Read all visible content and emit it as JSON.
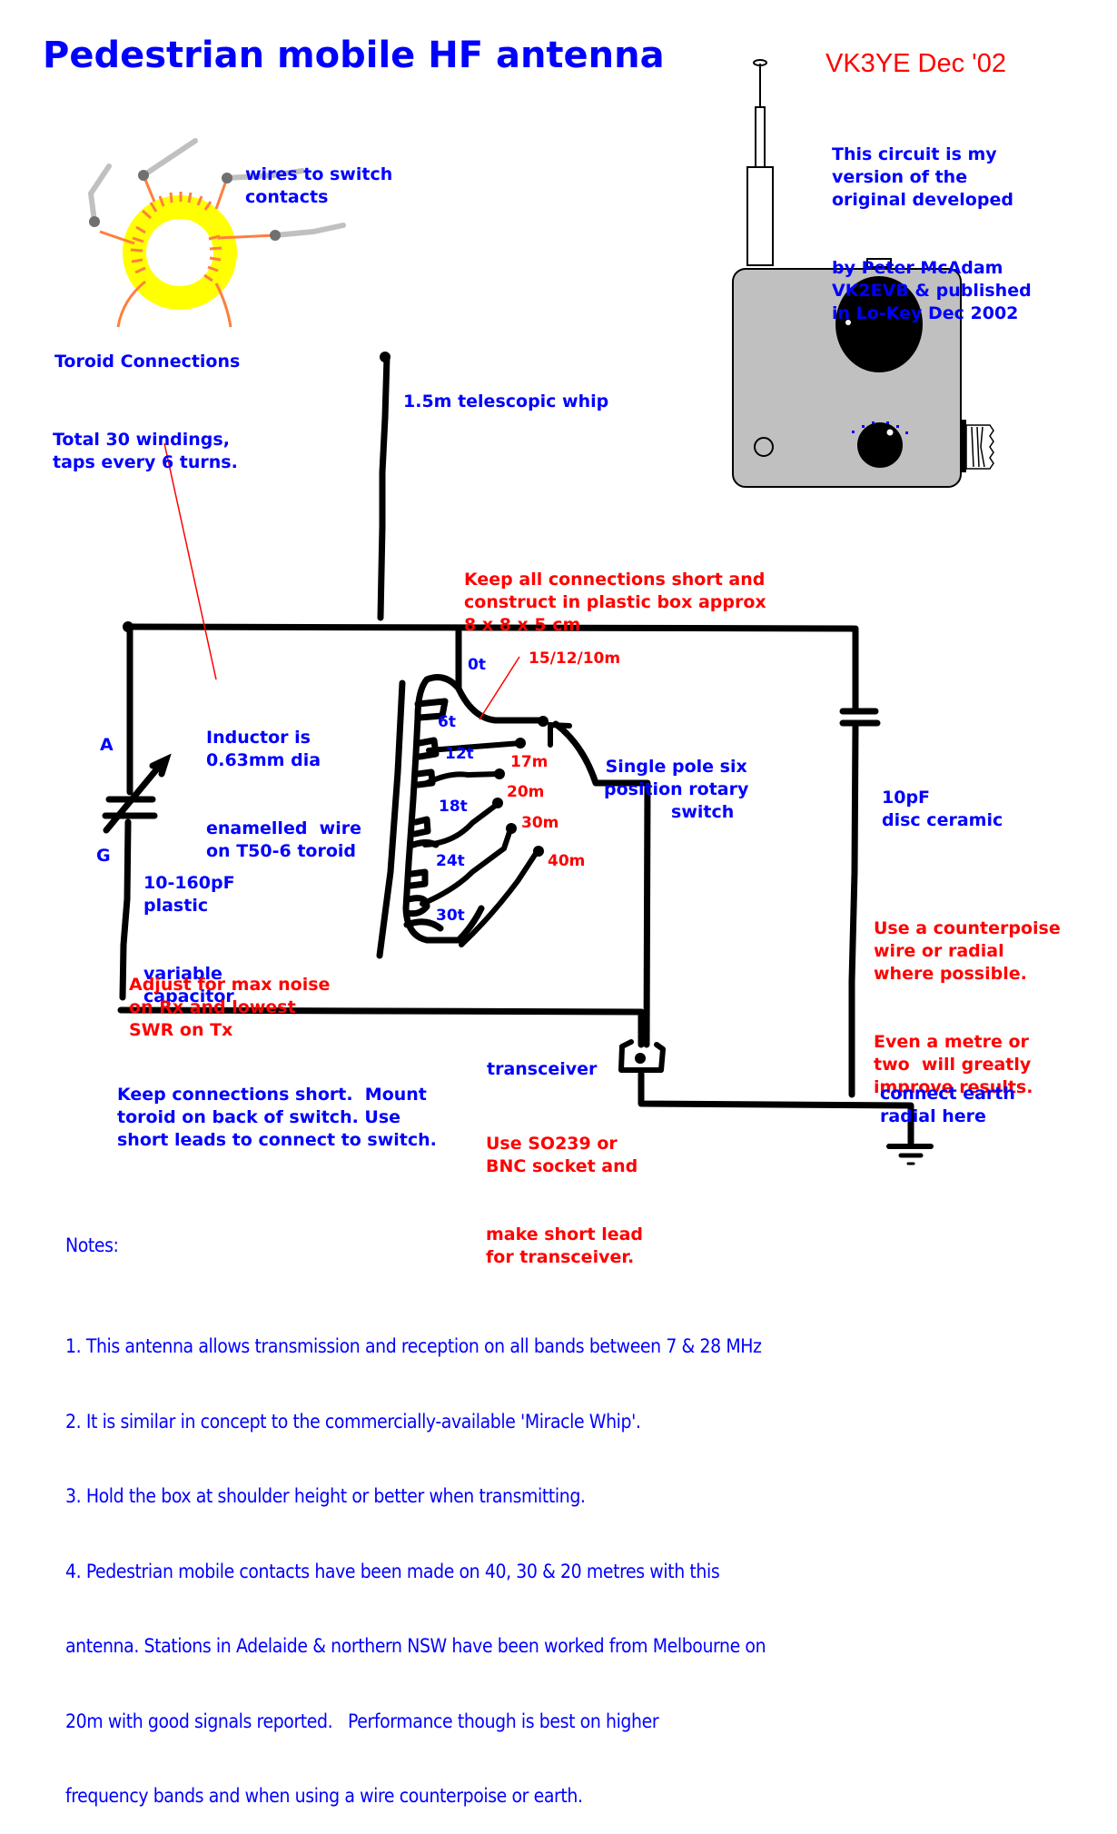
{
  "title": "Pedestrian mobile HF antenna",
  "signature": "VK3YE Dec '02",
  "credit": [
    "This circuit is my",
    "version of the",
    "original developed",
    "by Peter McAdam",
    "VK2EVB & published",
    "in Lo-Key Dec 2002"
  ],
  "toroid_figure": {
    "wires_label": [
      "wires to switch",
      "contacts"
    ],
    "caption": "Toroid Connections",
    "description": [
      "Total 30 windings,",
      "taps every 6 turns."
    ],
    "colors": {
      "core": "#ffff00",
      "winding": "#ff7f3f",
      "lead": "#c0c0c0",
      "terminal": "#707070"
    }
  },
  "whip_label": "1.5m telescopic whip",
  "construction_note": [
    "Keep all connections short and",
    "construct in plastic box approx",
    "8 x 8 x 5 cm"
  ],
  "inductor_note": [
    "Inductor is",
    "0.63mm dia",
    "enamelled  wire",
    "on T50-6 toroid"
  ],
  "variable_cap": {
    "terminal_a": "A",
    "terminal_g": "G",
    "label": [
      "10-160pF",
      "plastic",
      "variable",
      "capacitor"
    ],
    "adjust_note": [
      "Adjust for max noise",
      "on Rx and lowest",
      "SWR on Tx"
    ]
  },
  "taps": [
    {
      "turns": "0t",
      "band": "15/12/10m"
    },
    {
      "turns": "6t",
      "band": ""
    },
    {
      "turns": "12t",
      "band": "17m"
    },
    {
      "turns": "18t",
      "band": "20m"
    },
    {
      "turns": "24t",
      "band": "30m"
    },
    {
      "turns": "30t",
      "band": "40m"
    }
  ],
  "switch_label": [
    "Single pole six",
    "position rotary",
    "switch"
  ],
  "fixed_cap_label": [
    "10pF",
    "disc ceramic"
  ],
  "counterpoise_note": [
    "Use a counterpoise",
    "wire or radial",
    "where possible.",
    "Even a metre or",
    "two  will greatly",
    "improve results."
  ],
  "earth_label": [
    "connect earth",
    "radial here"
  ],
  "mount_note": [
    "Keep connections short.  Mount",
    "toroid on back of switch. Use",
    "short leads to connect to switch."
  ],
  "transceiver_label": "transceiver",
  "socket_note": [
    "Use SO239 or",
    "BNC socket and",
    "make short lead",
    "for transceiver."
  ],
  "notes_heading": "Notes:",
  "notes": [
    "1. This antenna allows transmission and reception on all bands between 7 & 28 MHz",
    "2. It is similar in concept to the commercially-available 'Miracle Whip'.",
    "3. Hold the box at shoulder height or better when transmitting.",
    "4. Pedestrian mobile contacts have been made on 40, 30 & 20 metres with this",
    "antenna. Stations in Adelaide & northern NSW have been worked from Melbourne on",
    "20m with good signals reported.   Performance though is best on higher",
    "frequency bands and when using a wire counterpoise or earth."
  ],
  "colors": {
    "text_blue": "#0000ff",
    "text_red": "#ff0000",
    "wire": "#000000",
    "box_fill": "#c0c0c0"
  }
}
